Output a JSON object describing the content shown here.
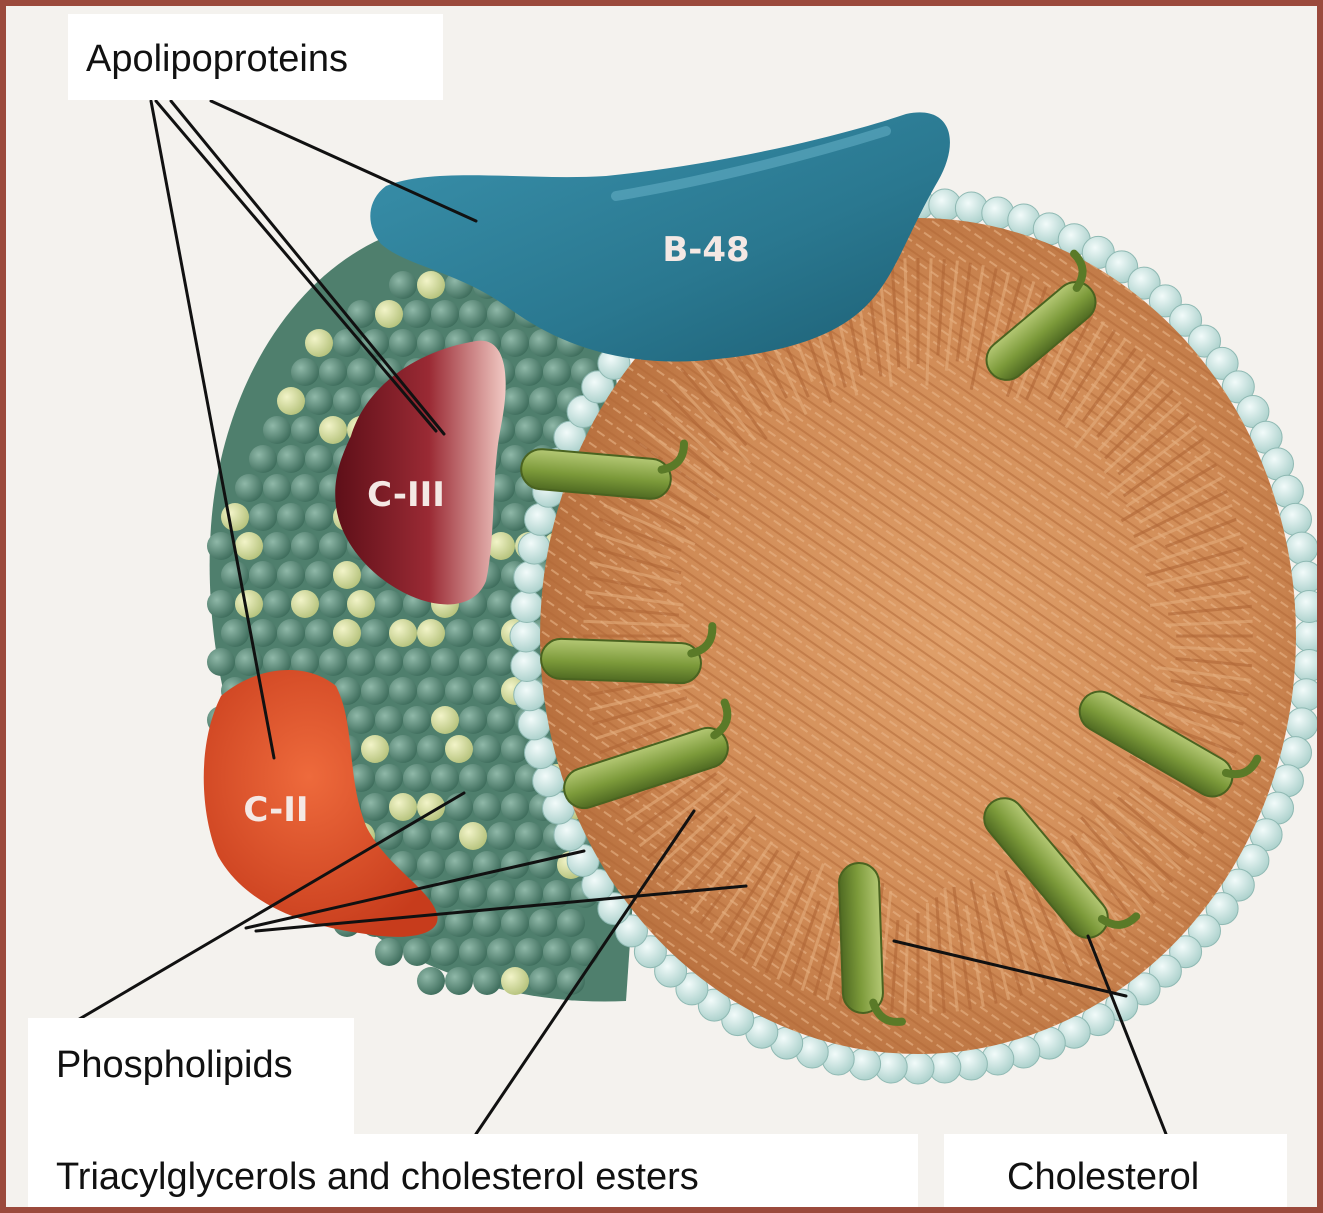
{
  "labels": {
    "apolipoproteins": "Apolipoproteins",
    "phospholipids": "Phospholipids",
    "triacylglycerols": "Triacylglycerols and cholesterol esters",
    "cholesterol": "Cholesterol"
  },
  "apoproteins": {
    "b48": "B-48",
    "c3": "C-III",
    "c2": "C-II"
  },
  "colors": {
    "border": "#9b4a3c",
    "background": "#f4f2ee",
    "core": "#cf8a55",
    "phospholipid_head": "#cfe5e2",
    "outer_sphere": "#5b8a78",
    "apo_b48": "#2f7f98",
    "apo_c3": "#8a1e2a",
    "apo_c2": "#e2552c",
    "cholesterol": "#7e9c3c"
  }
}
